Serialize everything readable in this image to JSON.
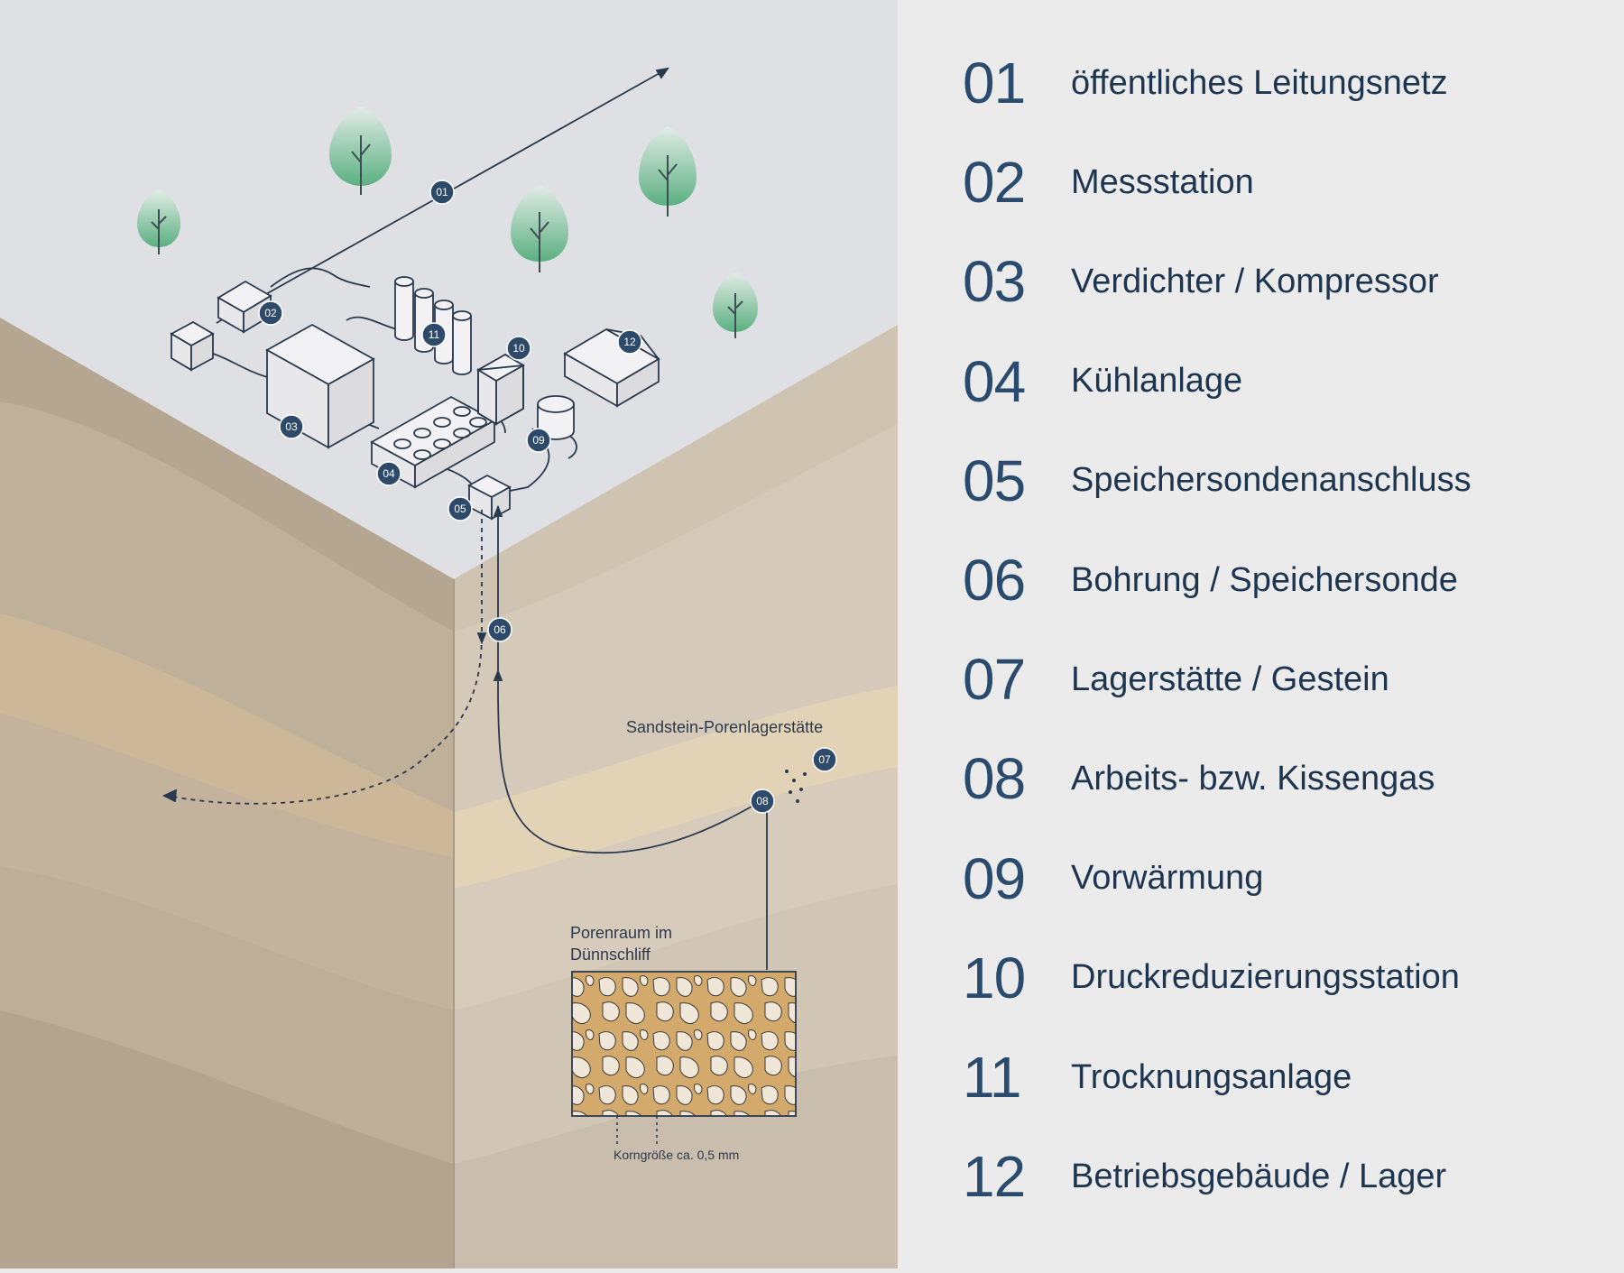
{
  "legend": [
    {
      "num": "01",
      "label": "öffentliches Leitungsnetz"
    },
    {
      "num": "02",
      "label": "Messstation"
    },
    {
      "num": "03",
      "label": "Verdichter / Kompressor"
    },
    {
      "num": "04",
      "label": "Kühlanlage"
    },
    {
      "num": "05",
      "label": "Speichersondenanschluss"
    },
    {
      "num": "06",
      "label": "Bohrung / Speichersonde"
    },
    {
      "num": "07",
      "label": "Lagerstätte / Gestein"
    },
    {
      "num": "08",
      "label": "Arbeits- bzw. Kissengas"
    },
    {
      "num": "09",
      "label": "Vorwärmung"
    },
    {
      "num": "10",
      "label": "Druckreduzierungsstation"
    },
    {
      "num": "11",
      "label": "Trocknungsanlage"
    },
    {
      "num": "12",
      "label": "Betriebsgebäude / Lager"
    }
  ],
  "diagram": {
    "reservoir_label": "Sandstein-Porenlagerstätte",
    "inset_title_line1": "Porenraum im",
    "inset_title_line2": "Dünnschliff",
    "grain_size_label": "Korngröße ca. 0,5 mm",
    "badges": [
      "01",
      "02",
      "03",
      "04",
      "05",
      "06",
      "07",
      "08",
      "09",
      "10",
      "11",
      "12"
    ]
  },
  "colors": {
    "accent": "#2a4b6e",
    "badge": "#2e4a6a",
    "surface": "#dfe0e4",
    "tree": "#6fba8c",
    "sand_layer": "#d9c4a2"
  }
}
